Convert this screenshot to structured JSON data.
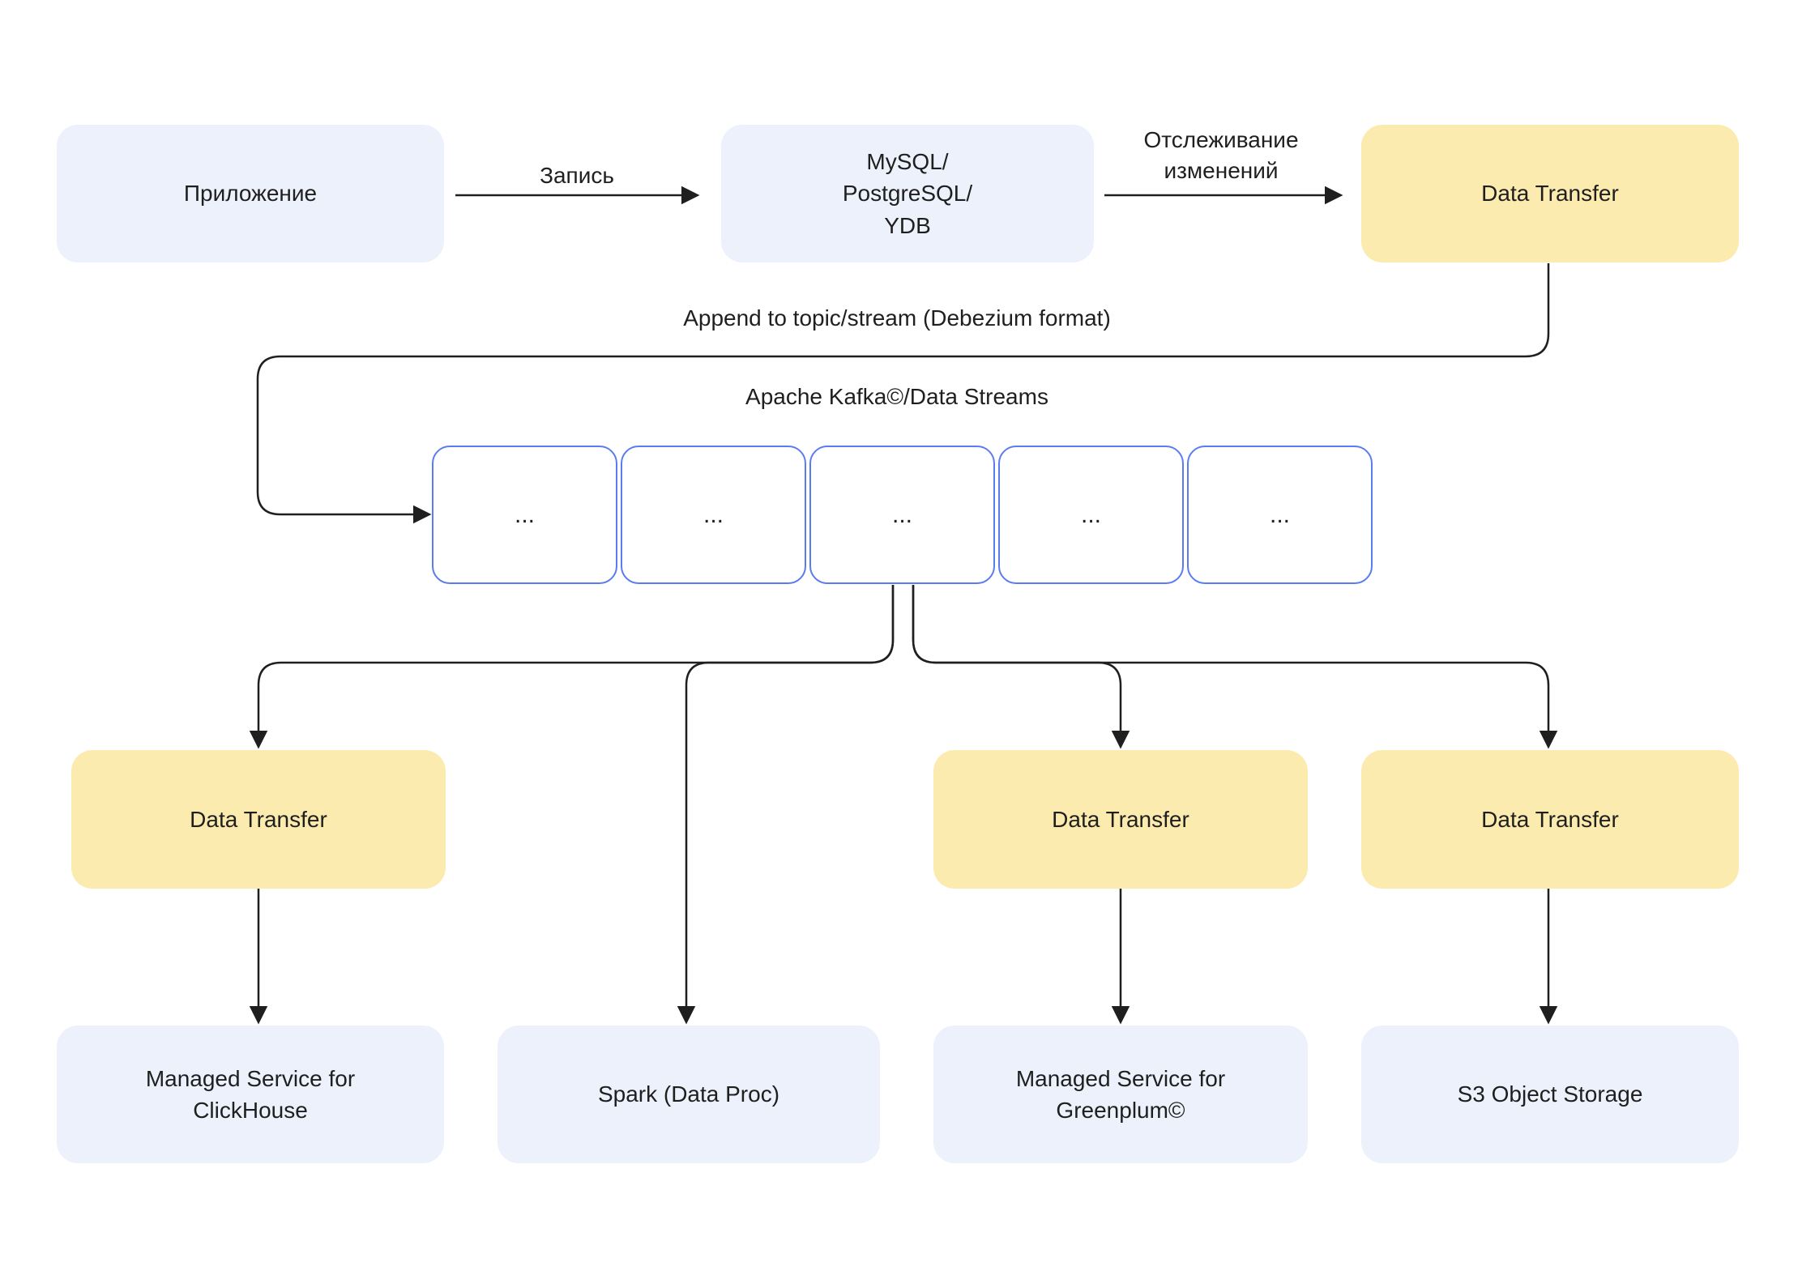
{
  "colors": {
    "box_blue_fill": "#ECF1FB",
    "box_yellow_fill": "#FCEBAE",
    "kafka_border_blue": "#5B7CF1",
    "line_color": "#1F1F1F",
    "text_color": "#1F1F1F",
    "background": "#FFFFFF"
  },
  "nodes": {
    "app": "Приложение",
    "db": "MySQL/\nPostgreSQL/\nYDB",
    "data_transfer_top": "Data Transfer",
    "data_transfer_left": "Data Transfer",
    "data_transfer_mid": "Data Transfer",
    "data_transfer_right": "Data Transfer",
    "clickhouse": "Managed Service for\nClickHouse",
    "spark": "Spark (Data Proc)",
    "greenplum": "Managed Service for\nGreenplum©",
    "s3": "S3 Object Storage"
  },
  "labels": {
    "write": "Запись",
    "cdc": "Отслеживание\nизменений",
    "append": "Append to topic/stream (Debezium format)",
    "kafka_title": "Apache Kafka©/Data Streams"
  },
  "kafka": {
    "cells": [
      "...",
      "...",
      "...",
      "...",
      "..."
    ]
  }
}
